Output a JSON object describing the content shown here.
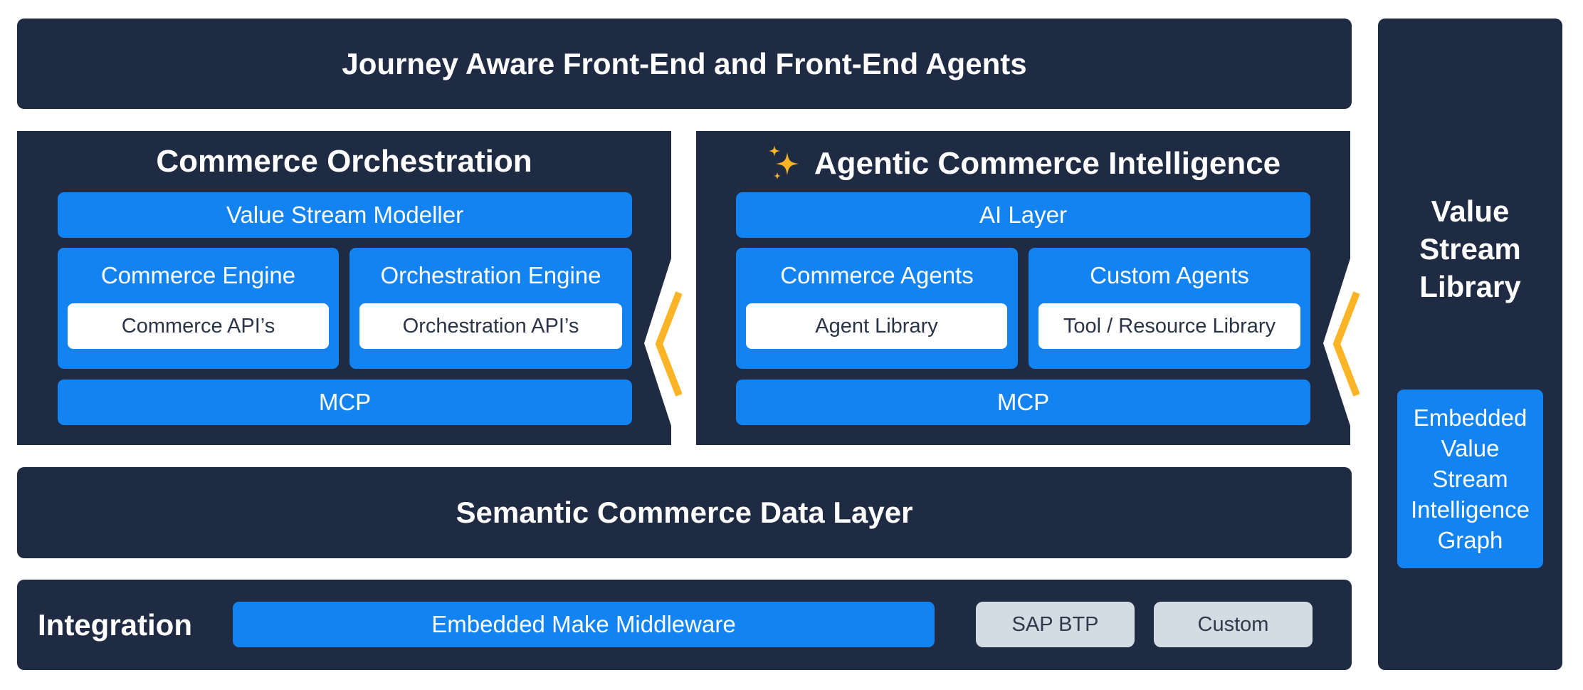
{
  "colors": {
    "navy": "#1e2b42",
    "blue": "#1283f0",
    "accent_yellow": "#fbb426",
    "grey": "#d4dce3",
    "white": "#ffffff"
  },
  "top_bar": {
    "title": "Journey Aware Front-End and Front-End Agents"
  },
  "commerce_orchestration": {
    "title": "Commerce Orchestration",
    "modeller": "Value Stream Modeller",
    "engines": [
      {
        "title": "Commerce Engine",
        "api": "Commerce API’s"
      },
      {
        "title": "Orchestration Engine",
        "api": "Orchestration API’s"
      }
    ],
    "mcp": "MCP"
  },
  "agentic_intelligence": {
    "icon": "sparkles-icon",
    "title": "Agentic Commerce Intelligence",
    "ai_layer": "AI Layer",
    "agents": [
      {
        "title": "Commerce Agents",
        "library": "Agent Library"
      },
      {
        "title": "Custom Agents",
        "library": "Tool / Resource Library"
      }
    ],
    "mcp": "MCP"
  },
  "data_layer": {
    "title": "Semantic Commerce Data Layer"
  },
  "integration": {
    "title": "Integration",
    "middleware": "Embedded Make Middleware",
    "options": [
      "SAP BTP",
      "Custom"
    ]
  },
  "sidebar": {
    "title_lines": [
      "Value",
      "Stream",
      "Library"
    ],
    "graph_lines": [
      "Embedded",
      "Value",
      "Stream",
      "Intelligence",
      "Graph"
    ]
  }
}
